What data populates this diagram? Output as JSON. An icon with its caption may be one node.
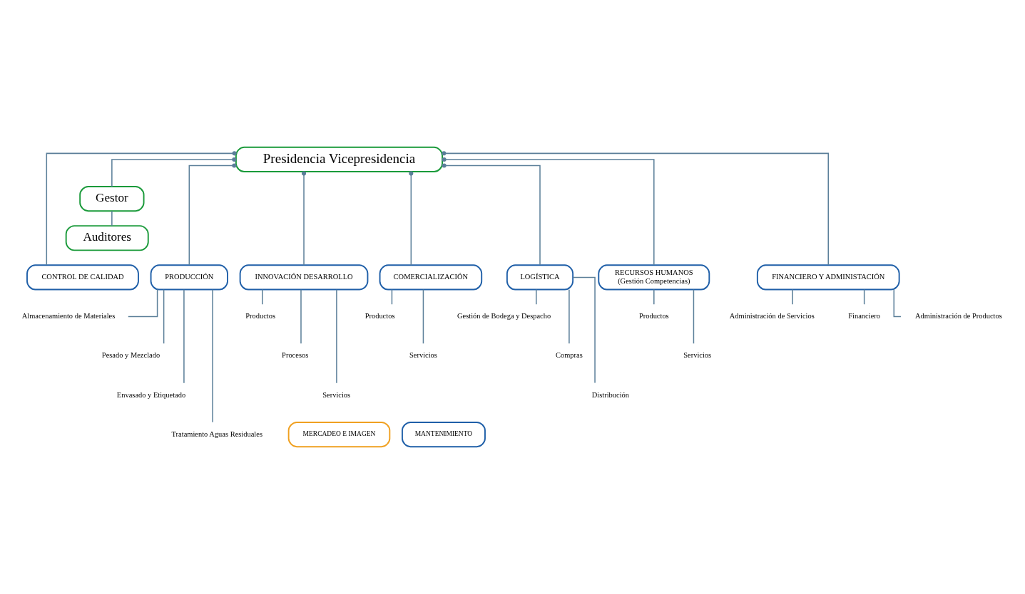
{
  "diagram": {
    "nodes": [
      {
        "text": [
          "Presidencia Vicepresidencia"
        ]
      },
      {
        "text": [
          "Gestor"
        ]
      },
      {
        "text": [
          "Auditores"
        ]
      },
      {
        "text": [
          "CONTROL DE CALIDAD"
        ]
      },
      {
        "text": [
          "PRODUCCIÓN"
        ]
      },
      {
        "text": [
          "INNOVACIÓN DESARROLLO"
        ]
      },
      {
        "text": [
          "COMERCIALIZACIÓN"
        ]
      },
      {
        "text": [
          "LOGÍSTICA"
        ]
      },
      {
        "text": [
          "RECURSOS HUMANOS",
          "(Gestión Competencias)"
        ]
      },
      {
        "text": [
          "FINANCIERO Y ADMINISTACIÓN"
        ]
      },
      {
        "text": [
          "Almacenamiento de Materiales"
        ]
      },
      {
        "text": [
          "Pesado y Mezclado"
        ]
      },
      {
        "text": [
          "Envasado y Etiquetado"
        ]
      },
      {
        "text": [
          "Tratamiento Aguas Residuales"
        ]
      },
      {
        "text": [
          "Productos"
        ]
      },
      {
        "text": [
          "Procesos"
        ]
      },
      {
        "text": [
          "Servicios"
        ]
      },
      {
        "text": [
          "Productos"
        ]
      },
      {
        "text": [
          "Servicios"
        ]
      },
      {
        "text": [
          "Gestión de Bodega y Despacho"
        ]
      },
      {
        "text": [
          "Compras"
        ]
      },
      {
        "text": [
          "Distribución"
        ]
      },
      {
        "text": [
          "Productos"
        ]
      },
      {
        "text": [
          "Servicios"
        ]
      },
      {
        "text": [
          "Administración de Servicios"
        ]
      },
      {
        "text": [
          "Financiero"
        ]
      },
      {
        "text": [
          "Administración de Productos"
        ]
      },
      {
        "text": [
          "MERCADEO E IMAGEN"
        ]
      },
      {
        "text": [
          "MANTENIMIENTO"
        ]
      }
    ],
    "edges": [
      {
        "from": 0,
        "to": 1,
        "arrow": "other"
      },
      {
        "from": 1,
        "to": 2,
        "arrow": "none"
      },
      {
        "from": 0,
        "to": 3,
        "arrow": "other"
      },
      {
        "from": 0,
        "to": 4,
        "arrow": "other"
      },
      {
        "from": 0,
        "to": 5,
        "arrow": "other"
      },
      {
        "from": 0,
        "to": 6,
        "arrow": "other"
      },
      {
        "from": 0,
        "to": 7,
        "arrow": "other"
      },
      {
        "from": 0,
        "to": 8,
        "arrow": "other"
      },
      {
        "from": 0,
        "to": 9,
        "arrow": "other"
      },
      {
        "from": 4,
        "to": 10,
        "arrow": "none"
      },
      {
        "from": 4,
        "to": 11,
        "arrow": "none"
      },
      {
        "from": 4,
        "to": 12,
        "arrow": "none"
      },
      {
        "from": 4,
        "to": 13,
        "arrow": "none"
      },
      {
        "from": 5,
        "to": 14,
        "arrow": "none"
      },
      {
        "from": 5,
        "to": 15,
        "arrow": "none"
      },
      {
        "from": 5,
        "to": 16,
        "arrow": "none"
      },
      {
        "from": 6,
        "to": 17,
        "arrow": "none"
      },
      {
        "from": 6,
        "to": 18,
        "arrow": "none"
      },
      {
        "from": 7,
        "to": 19,
        "arrow": "none"
      },
      {
        "from": 7,
        "to": 20,
        "arrow": "none"
      },
      {
        "from": 7,
        "to": 21,
        "arrow": "none"
      },
      {
        "from": 8,
        "to": 22,
        "arrow": "none"
      },
      {
        "from": 8,
        "to": 23,
        "arrow": "none"
      },
      {
        "from": 9,
        "to": 24,
        "arrow": "none"
      },
      {
        "from": 9,
        "to": 25,
        "arrow": "none"
      },
      {
        "from": 9,
        "to": 26,
        "arrow": "none"
      }
    ]
  }
}
